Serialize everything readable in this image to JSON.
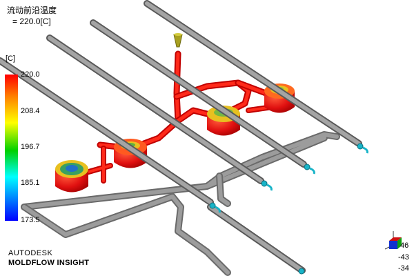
{
  "result": {
    "title": "流动前沿温度",
    "value": "= 220.0[C]"
  },
  "legend": {
    "unit": "[C]",
    "ticks": [
      "220.0",
      "208.4",
      "196.7",
      "185.1",
      "173.5"
    ],
    "colors": [
      "#ff0000",
      "#ff8000",
      "#ffff00",
      "#00d000",
      "#00ffff",
      "#0080ff",
      "#0000ff"
    ]
  },
  "logo": {
    "brand": "AUTODESK",
    "product": "MOLDFLOW INSIGHT"
  },
  "axis_readout": [
    "46",
    "-43",
    "-34"
  ],
  "colors": {
    "pipe_gray": "#8a8a8a",
    "runner_red": "#e01010",
    "sprue_olive": "#a8a020",
    "connector_cyan": "#19b4c8"
  }
}
